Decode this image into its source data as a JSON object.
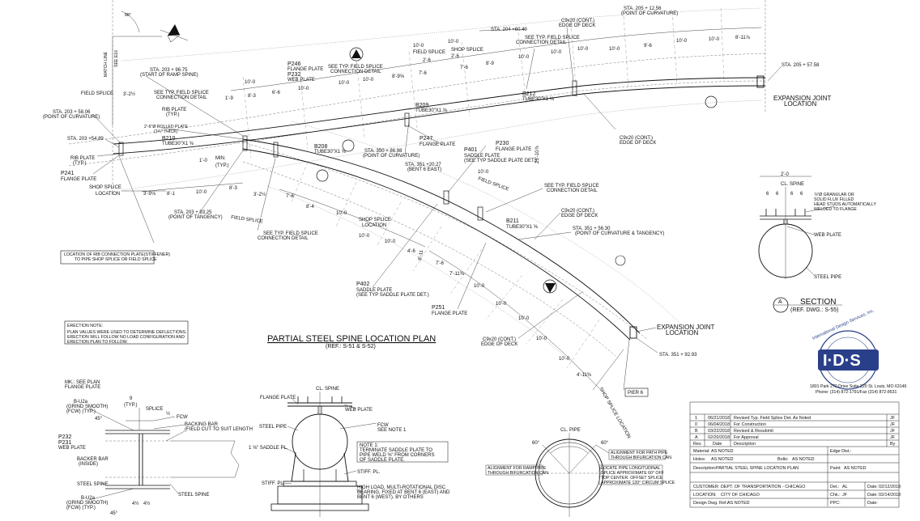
{
  "plan": {
    "title": "PARTIAL STEEL SPINE LOCATION PLAN",
    "ref": "(REF.: S-51 & S-52)",
    "north_angle": "88°",
    "match_line": "MATCH LINE",
    "see_e16": "SEE E16",
    "stations": {
      "sta_203_9675": "STA. 203 + 96.75",
      "start_ramp": "(START OF RAMP SPINE)",
      "sta_203_5806": "STA. 203 + 58.06",
      "poc1": "(POINT OF CURVATURE)",
      "sta_203_5489": "STA. 203 +54.89",
      "sta_203_9325": "STA. 203 + 93.25",
      "pot": "(POINT OF TANGENCY)",
      "sta_204_6040": "STA. 204 +60.40",
      "sta_205_1256": "STA. 205 + 12.56",
      "poc2": "(POINT OF CURVATURE)",
      "sta_205_5758": "STA. 205 + 57.58",
      "sta_350_8698": "STA. 350 + 86.98",
      "poc3": "(POINT OF CURVATURE)",
      "sta_351_2027": "STA. 351 +20.27",
      "bent6east": "(BENT 6 EAST)",
      "sta_351_5630": "STA. 351 + 56.30",
      "poct": "(POINT OF CURVATURE & TANGENCY)",
      "sta_351_9293": "STA. 351 + 92.93"
    },
    "labels": {
      "field_splice": "FIELD SPLICE",
      "shop_splice": "SHOP SPLICE",
      "see_typ_field_splice": "SEE TYP. FIELD SPLICE",
      "connection_detail": "CONNECTION DETAIL",
      "rib_plate": "RIB PLATE",
      "typ": "(TYP.)",
      "rolled_plate": "2'-6\"Ø ROLLED PLATE",
      "rolled_thk": "(1¾\" THICK)",
      "p246": "P246",
      "flange_plate": "FLANGE PLATE",
      "p232": "P232",
      "web_plate": "WEB PLATE",
      "b210": "B210",
      "b208": "B208",
      "b209": "B209",
      "b212": "B212",
      "b211": "B211",
      "tube": "TUBE30\"X1 ⅝",
      "p241": "P241",
      "p247": "P247",
      "p401": "P401",
      "saddle_plate": "SADDLE PLATE",
      "see_typ_saddle": "(SEE TYP SADDLE PLATE DET.)",
      "p230": "P230",
      "p402": "P402",
      "p251": "P251",
      "c9x20": "C9x20 (CONT.)",
      "edge_of_deck": "EDGE OF DECK",
      "expansion_joint": "EXPANSION JOINT",
      "location": "LOCATION",
      "shop_splice_location": "SHOP SPLICE LOCATION",
      "pier6": "PIER 6",
      "min": "MIN.",
      "rib_note_1": "LOCATION OF RIB CONNECTION PLATE(STIFFENER)",
      "rib_note_2": "TO PIPE SHOP SPLICE OR FIELD SPLICE",
      "erection_title": "ERECTION NOTE:",
      "erection_1": "PLAN VALUES WERE USED TO DETERMINE DEFLECTIONS.",
      "erection_2": "ERECTION WILL FOLLOW NO LOAD CONFIGURATION AND",
      "erection_3": "ERECTION PLAN TO FOLLOW."
    },
    "dims": {
      "d10": "10'-0",
      "d3_2": "3'-2½",
      "d1_9": "1'-9",
      "d8_3": "8'-3",
      "d6_6": "6'-6",
      "d8_9": "8'-9⅝",
      "d2_6": "2'-6",
      "d7_6": "7'-6",
      "d8_9b": "8'-9",
      "d9_6": "9'-6",
      "d8_11": "8'-11⅞",
      "d3_9": "3'-9⅛",
      "d8_1": "8'-1",
      "d1_0": "1'-0",
      "d8_3b": "8'-3",
      "d3_2b": "3'-2½",
      "d7_6b": "7'-6",
      "d8_4": "8'-4",
      "d25": "25'-10⅞",
      "d7_11": "7'-11⅜",
      "d4_6": "4'-6",
      "d8_11b": "8'-11",
      "d4_11": "4'-11⅜",
      "d3_2c": "3'-2"
    }
  },
  "section": {
    "title": "SECTION",
    "ref": "(REF. DWG.: S-55)",
    "letter": "A",
    "width": "2'-0",
    "cl_spine": "CL. SPINE",
    "spacings": [
      "6",
      "6",
      "6",
      "6"
    ],
    "stud_note_1": "⅞\"Ø GRANULAR OR",
    "stud_note_2": "SOLID FLUX FILLED",
    "stud_note_3": "HEAD STUDS AUTOMATICALLY",
    "stud_note_4": "WELDED TO FLANGE",
    "web_plate": "WEB PLATE",
    "steel_pipe": "STEEL PIPE"
  },
  "logo": {
    "text": "I·D·S",
    "ring": "International Design Services, Inc.",
    "address": "1801 Park 270 Drive Suite 220 St. Louis, MO 63146",
    "phone": "Phone: (314) 872-1791/Fax (314) 872-8531"
  },
  "detail_splice": {
    "mk": "MK.: SEE PLAN",
    "flange_plate": "FLANGE PLATE",
    "dim9": "9",
    "typ": "(TYP.)",
    "splice": "SPLICE",
    "b_u2a_1": "B-U2a",
    "grind_1": "(GRIND SMOOTH)",
    "fcw_1": "(FCW) (TYP.)",
    "fcw": "FCW",
    "backing_bar": "BACKING BAR",
    "field_cut": "(FIELD CUT TO SUIT LENGTH",
    "p232": "P232",
    "p231": "P231",
    "web_plate": "WEB PLATE",
    "backer_bar": "BACKER BAR",
    "inside": "(INSIDE)",
    "steel_spine_1": "STEEL SPINE",
    "steel_spine_2": "STEEL SPINE",
    "b_u2a_2": "B-U2a",
    "grind_2": "(GRIND SMOOTH)",
    "fcw_2": "(FCW) (TYP.)",
    "d45": "45°",
    "d4_1": "4½",
    "d4_2": "4½",
    "d12": "½"
  },
  "detail_saddle": {
    "cl_spine": "CL. SPINE",
    "flange_plate": "FLANGE PLATE",
    "web_plate": "WEB PLATE",
    "steel_pipe": "STEEL PIPE",
    "fcw": "FCW",
    "see_note": "SEE NOTE 1",
    "saddle_pl": "1 ⅝\" SADDLE PL.",
    "note1": "NOTE 1:",
    "note2": "TERMINATE SADDLE PLATE TO",
    "note3": "PIPE WELD ⅜\" FROM CORNERS",
    "note4": "OF SADDLE PLATE.",
    "stiff1": "STIFF. PL.",
    "stiff2": "STIFF. PL.",
    "bearing1": "HIGH LOAD, MULTI-ROTATIONAL DISC",
    "bearing2": "BEARING, FIXED AT BENT 6 (EAST) AND",
    "bearing3": "BENT 6 (WEST). BY OTHERS"
  },
  "detail_bif": {
    "cl_pipe": "CL. PIPE",
    "a60a": "60°",
    "a60b": "60°",
    "path_1": "ALIGNMENT FOR PATH PIPE",
    "path_2": "THROUGH BIFURCATION CAN.",
    "ramp_1": "ALIGNMENT FOR RAMP PIPE",
    "ramp_2": "THROUGH BIFURCATION CAN.",
    "loc_1": "LOCATE PIPE LONGITUDINAL",
    "loc_2": "SPLICE APPROXIMATE 60° OFF",
    "loc_3": "TOP CENTER. OFFSET SPLICE",
    "loc_4": "APPROXIMATE 120° CIRCUM SPLICE"
  },
  "title_block": {
    "revisions": [
      {
        "rev": "1",
        "date": "06/21/2018",
        "desc": "Revised Typ. Field Splice Det. As Noted",
        "by": "JF"
      },
      {
        "rev": "0",
        "date": "06/04/2018",
        "desc": "For Construction",
        "by": "JF"
      },
      {
        "rev": "B",
        "date": "03/22/2018",
        "desc": "Revised & Resubmit",
        "by": "JF"
      },
      {
        "rev": "A",
        "date": "02/20/2018",
        "desc": "For Approval",
        "by": "JF"
      }
    ],
    "hdr_rev": "Rev.",
    "hdr_date": "Date",
    "hdr_desc": "Description",
    "hdr_by": "By",
    "material_label": "Material:",
    "material": "AS NOTED",
    "holes_label": "Holes:",
    "holes": "AS NOTED",
    "bolts_label": "Bolts:",
    "bolts": "AS NOTED",
    "edge_label": "Edge Dist.:",
    "desc_label": "Description:",
    "desc": "PARTIAL STEEL SPINE LOCATION PLAN",
    "paint_label": "Paint:",
    "paint": "AS NOTED",
    "customer_label": "CUSTOMER:",
    "customer": "DEPT. OF TRANSPORTATION - CHICAGO",
    "location_label": "LOCATION:",
    "location": "CITY OF CHICAGO",
    "dwg_label": "Design Dwg. Ref.:",
    "dwg": "AS NOTED",
    "det_label": "Det.:",
    "det": "AL",
    "chk_label": "Chk.:",
    "chk": "JF",
    "ppc_label": "PPC:",
    "date1_label": "Date:",
    "date1": "02/12/2018",
    "date2_label": "Date:",
    "date2": "02/14/2018",
    "date3_label": "Date:"
  }
}
